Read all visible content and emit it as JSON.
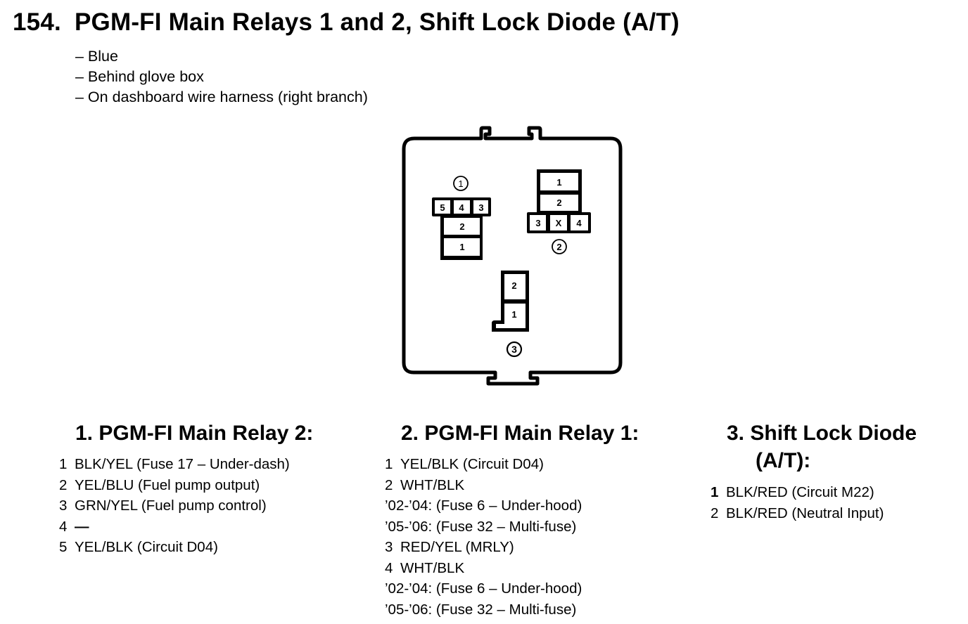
{
  "header": {
    "number": "154.",
    "title": "PGM-FI Main Relays 1 and 2, Shift Lock Diode (A/T)"
  },
  "notes": [
    "– Blue",
    "– Behind glove box",
    "– On dashboard wire harness (right branch)"
  ],
  "diagram": {
    "connector1": {
      "label": "1",
      "top_row": [
        "5",
        "4",
        "3"
      ],
      "stack": [
        "2",
        "1"
      ]
    },
    "connector2": {
      "label": "2",
      "stack": [
        "1",
        "2"
      ],
      "bottom_row": [
        "3",
        "X",
        "4"
      ]
    },
    "connector3": {
      "label": "3",
      "stack": [
        "2",
        "1"
      ]
    }
  },
  "sections": [
    {
      "title": "1. PGM-FI Main Relay 2:",
      "pins": [
        {
          "n": "1",
          "text": "BLK/YEL (Fuse 17 – Under-dash)",
          "sub": []
        },
        {
          "n": "2",
          "text": "YEL/BLU (Fuel pump output)",
          "sub": []
        },
        {
          "n": "3",
          "text": "GRN/YEL (Fuel pump control)",
          "sub": []
        },
        {
          "n": "4",
          "text": "—",
          "sub": []
        },
        {
          "n": "5",
          "text": "YEL/BLK (Circuit D04)",
          "sub": []
        }
      ]
    },
    {
      "title": "2. PGM-FI Main Relay 1:",
      "pins": [
        {
          "n": "1",
          "text": "YEL/BLK (Circuit D04)",
          "sub": []
        },
        {
          "n": "2",
          "text": "WHT/BLK",
          "sub": [
            "’02-’04: (Fuse 6 – Under-hood)",
            "’05-’06: (Fuse 32 – Multi-fuse)"
          ]
        },
        {
          "n": "3",
          "text": "RED/YEL (MRLY)",
          "sub": []
        },
        {
          "n": "4",
          "text": "WHT/BLK",
          "sub": [
            "’02-’04: (Fuse 6 – Under-hood)",
            "’05-’06: (Fuse 32 – Multi-fuse)"
          ]
        }
      ]
    },
    {
      "title": "3. Shift Lock Diode",
      "title_line2": "(A/T):",
      "pins": [
        {
          "n": "1",
          "text": "BLK/RED (Circuit M22)",
          "sub": []
        },
        {
          "n": "2",
          "text": "BLK/RED (Neutral Input)",
          "sub": []
        }
      ]
    }
  ]
}
